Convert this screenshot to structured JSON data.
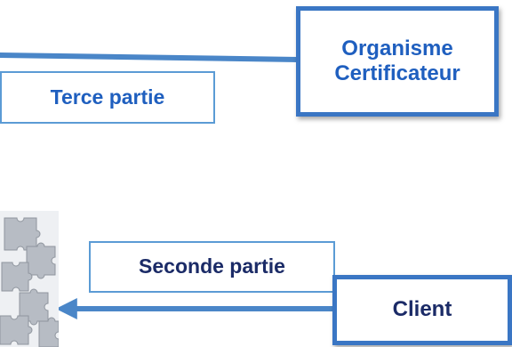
{
  "diagram": {
    "nodes": {
      "organisme": {
        "line1": "Organisme",
        "line2": "Certificateur"
      },
      "terce": {
        "label": "Terce partie"
      },
      "seconde": {
        "label": "Seconde partie"
      },
      "client": {
        "label": "Client"
      }
    },
    "colors": {
      "line": "#4a86c8",
      "box_border_thin": "#5b9bd5",
      "box_border_thick": "#3a76c4",
      "title_text": "#1f5fbf",
      "label_text": "#1b2b67"
    },
    "image": {
      "description_icon": "puzzle-pieces-image"
    }
  }
}
